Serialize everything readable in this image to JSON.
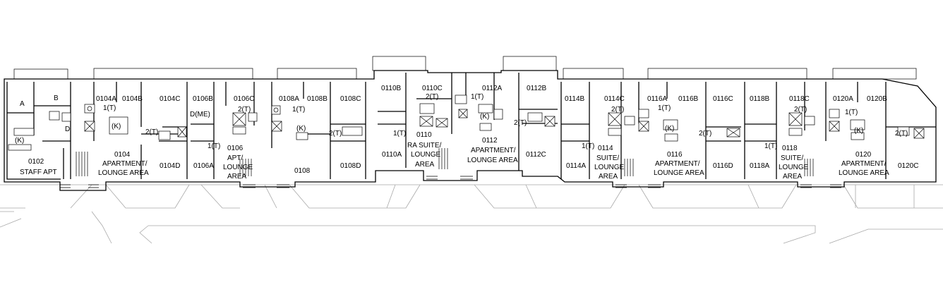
{
  "floor_plan": {
    "rooms": [
      {
        "id": "A",
        "label": "A"
      },
      {
        "id": "B",
        "label": "B"
      },
      {
        "id": "D-0102",
        "label": "D"
      },
      {
        "id": "K-0102",
        "label": "(K)"
      },
      {
        "id": "0102",
        "label": "0102"
      },
      {
        "id": "0102-name",
        "label": "STAFF APT"
      },
      {
        "id": "0104A",
        "label": "0104A"
      },
      {
        "id": "0104A-t",
        "label": "1(T)"
      },
      {
        "id": "0104B",
        "label": "0104B"
      },
      {
        "id": "0104C",
        "label": "0104C"
      },
      {
        "id": "0104-k",
        "label": "(K)"
      },
      {
        "id": "0104-t",
        "label": "2(T)"
      },
      {
        "id": "0104",
        "label": "0104"
      },
      {
        "id": "0104-name1",
        "label": "APARTMENT/"
      },
      {
        "id": "0104-name2",
        "label": "LOUNGE AREA"
      },
      {
        "id": "0104D",
        "label": "0104D"
      },
      {
        "id": "0106B",
        "label": "0106B"
      },
      {
        "id": "0106-dme",
        "label": "D(ME)"
      },
      {
        "id": "0106C",
        "label": "0106C"
      },
      {
        "id": "0106C-t",
        "label": "2(T)"
      },
      {
        "id": "0106-t",
        "label": "1(T)"
      },
      {
        "id": "0106",
        "label": "0106"
      },
      {
        "id": "0106-name1",
        "label": "APT/"
      },
      {
        "id": "0106-name2",
        "label": "LOUNGE"
      },
      {
        "id": "0106-name3",
        "label": "AREA"
      },
      {
        "id": "0106A",
        "label": "0106A"
      },
      {
        "id": "0108A",
        "label": "0108A"
      },
      {
        "id": "0108A-t",
        "label": "1(T)"
      },
      {
        "id": "0108-k",
        "label": "(K)"
      },
      {
        "id": "0108B",
        "label": "0108B"
      },
      {
        "id": "0108C",
        "label": "0108C"
      },
      {
        "id": "0108C-t",
        "label": "2(T)"
      },
      {
        "id": "0108",
        "label": "0108"
      },
      {
        "id": "0108D",
        "label": "0108D"
      },
      {
        "id": "0110B",
        "label": "0110B"
      },
      {
        "id": "0110C",
        "label": "0110C"
      },
      {
        "id": "0110C-t",
        "label": "2(T)"
      },
      {
        "id": "0110-t",
        "label": "1(T)"
      },
      {
        "id": "0110",
        "label": "0110"
      },
      {
        "id": "0110A",
        "label": "0110A"
      },
      {
        "id": "0110-name1",
        "label": "RA SUITE/"
      },
      {
        "id": "0110-name2",
        "label": "LOUNGE"
      },
      {
        "id": "0110-name3",
        "label": "AREA"
      },
      {
        "id": "0112A",
        "label": "0112A"
      },
      {
        "id": "0112A-t",
        "label": "1(T)"
      },
      {
        "id": "0112-k",
        "label": "(K)"
      },
      {
        "id": "0112",
        "label": "0112"
      },
      {
        "id": "0112-name1",
        "label": "APARTMENT/"
      },
      {
        "id": "0112-name2",
        "label": "LOUNGE AREA"
      },
      {
        "id": "0112B",
        "label": "0112B"
      },
      {
        "id": "0112B-t",
        "label": "2(T)"
      },
      {
        "id": "0112C",
        "label": "0112C"
      },
      {
        "id": "0114B",
        "label": "0114B"
      },
      {
        "id": "0114C",
        "label": "0114C"
      },
      {
        "id": "0114C-t",
        "label": "2(T)"
      },
      {
        "id": "0114-t",
        "label": "1(T)"
      },
      {
        "id": "0114",
        "label": "0114"
      },
      {
        "id": "0114-name1",
        "label": "SUITE/"
      },
      {
        "id": "0114-name2",
        "label": "LOUNGE"
      },
      {
        "id": "0114-name3",
        "label": "AREA"
      },
      {
        "id": "0114A",
        "label": "0114A"
      },
      {
        "id": "0116A",
        "label": "0116A"
      },
      {
        "id": "0116A-t",
        "label": "1(T)"
      },
      {
        "id": "0116-k",
        "label": "(K)"
      },
      {
        "id": "0116B",
        "label": "0116B"
      },
      {
        "id": "0116C",
        "label": "0116C"
      },
      {
        "id": "0116C-t",
        "label": "2(T)"
      },
      {
        "id": "0116",
        "label": "0116"
      },
      {
        "id": "0116-name1",
        "label": "APARTMENT/"
      },
      {
        "id": "0116-name2",
        "label": "LOUNGE AREA"
      },
      {
        "id": "0116D",
        "label": "0116D"
      },
      {
        "id": "0118B",
        "label": "0118B"
      },
      {
        "id": "0118C",
        "label": "0118C"
      },
      {
        "id": "0118C-t",
        "label": "2(T)"
      },
      {
        "id": "0118-t",
        "label": "1(T)"
      },
      {
        "id": "0118",
        "label": "0118"
      },
      {
        "id": "0118-name1",
        "label": "SUITE/"
      },
      {
        "id": "0118-name2",
        "label": "LOUNGE"
      },
      {
        "id": "0118-name3",
        "label": "AREA"
      },
      {
        "id": "0118A",
        "label": "0118A"
      },
      {
        "id": "0120A",
        "label": "0120A"
      },
      {
        "id": "0120A-t",
        "label": "1(T)"
      },
      {
        "id": "0120-k",
        "label": "(K)"
      },
      {
        "id": "0120B",
        "label": "0120B"
      },
      {
        "id": "0120C-t",
        "label": "2(T)"
      },
      {
        "id": "0120",
        "label": "0120"
      },
      {
        "id": "0120-name1",
        "label": "APARTMENT/"
      },
      {
        "id": "0120-name2",
        "label": "LOUNGE AREA"
      },
      {
        "id": "0120C",
        "label": "0120C"
      }
    ]
  }
}
